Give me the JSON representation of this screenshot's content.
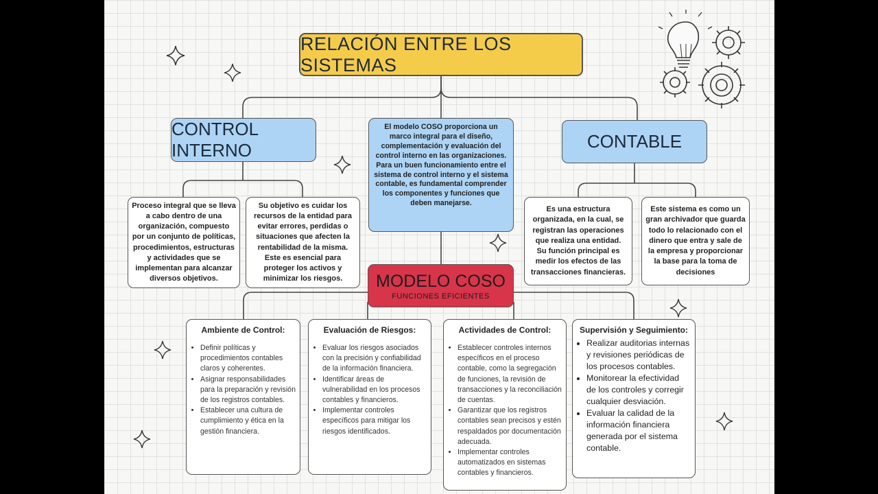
{
  "title": "RELACIÓN ENTRE LOS SISTEMAS",
  "control_interno": {
    "label": "CONTROL INTERNO",
    "desc_left": "Proceso integral que se lleva a cabo dentro de una organización, compuesto por un conjunto de políticas, procedimientos, estructuras y actividades que se implementan para alcanzar diversos objetivos.",
    "desc_right_1": "Su objetivo es cuidar los recursos de la entidad para evitar errores, perdidas o situaciones que afecten la rentabilidad de la misma.",
    "desc_right_2": "Este es esencial para proteger los activos y minimizar los riesgos."
  },
  "contable": {
    "label": "CONTABLE",
    "desc_left_1": "Es una estructura organizada, en la cual, se registran las operaciones que realiza una entidad.",
    "desc_left_2": "Su función principal es medir los efectos de las transacciones financieras.",
    "desc_right": "Este sistema es como un gran archivador que guarda todo lo relacionado con el dinero que entra y sale de la empresa y proporcionar la base para la toma de decisiones"
  },
  "coso_description": "El modelo COSO proporciona un marco integral para el diseño, complementación y evaluación del control interno en las organizaciones. Para un buen funcionamiento entre el sistema de control interno y el sistema contable, es fundamental comprender los componentes y funciones que deben manejarse.",
  "modelo_coso": {
    "label": "MODELO COSO",
    "sublabel": "FUNCIONES EFICIENTES"
  },
  "components": [
    {
      "title": "Ambiente de Control:",
      "items": [
        "Definir políticas y procedimientos contables claros y coherentes.",
        "Asignar responsabilidades para la preparación y revisión de los registros contables.",
        "Establecer una cultura de cumplimiento y ética en la gestión financiera."
      ]
    },
    {
      "title": "Evaluación de Riesgos:",
      "items": [
        "Evaluar los riesgos asociados con la precisión y confiabilidad de la información financiera.",
        "Identificar áreas de vulnerabilidad en los procesos contables y financieros.",
        "Implementar controles específicos para mitigar los riesgos identificados."
      ]
    },
    {
      "title": "Actividades de Control:",
      "items": [
        "Establecer controles internos específicos en el proceso contable, como la segregación de funciones, la revisión de transacciones y la reconciliación de cuentas.",
        "Garantizar que los registros contables sean precisos y estén respaldados por documentación adecuada.",
        "Implementar controles automatizados en sistemas contables y financieros."
      ]
    },
    {
      "title": "Supervisión y Seguimiento:",
      "items": [
        "Realizar auditorias internas y revisiones periódicas de los procesos contables.",
        "Monitorear la efectividad de los controles y corregir cualquier desviación.",
        "Evaluar la calidad de la información financiera generada por el sistema contable."
      ]
    }
  ],
  "colors": {
    "title_bg": "#f5cb4a",
    "blue_bg": "#add4f5",
    "coso_bg": "#d8344a",
    "line": "#444444"
  },
  "decorations": [
    "sparkle-icon",
    "lightbulb-icon",
    "gear-icon"
  ]
}
